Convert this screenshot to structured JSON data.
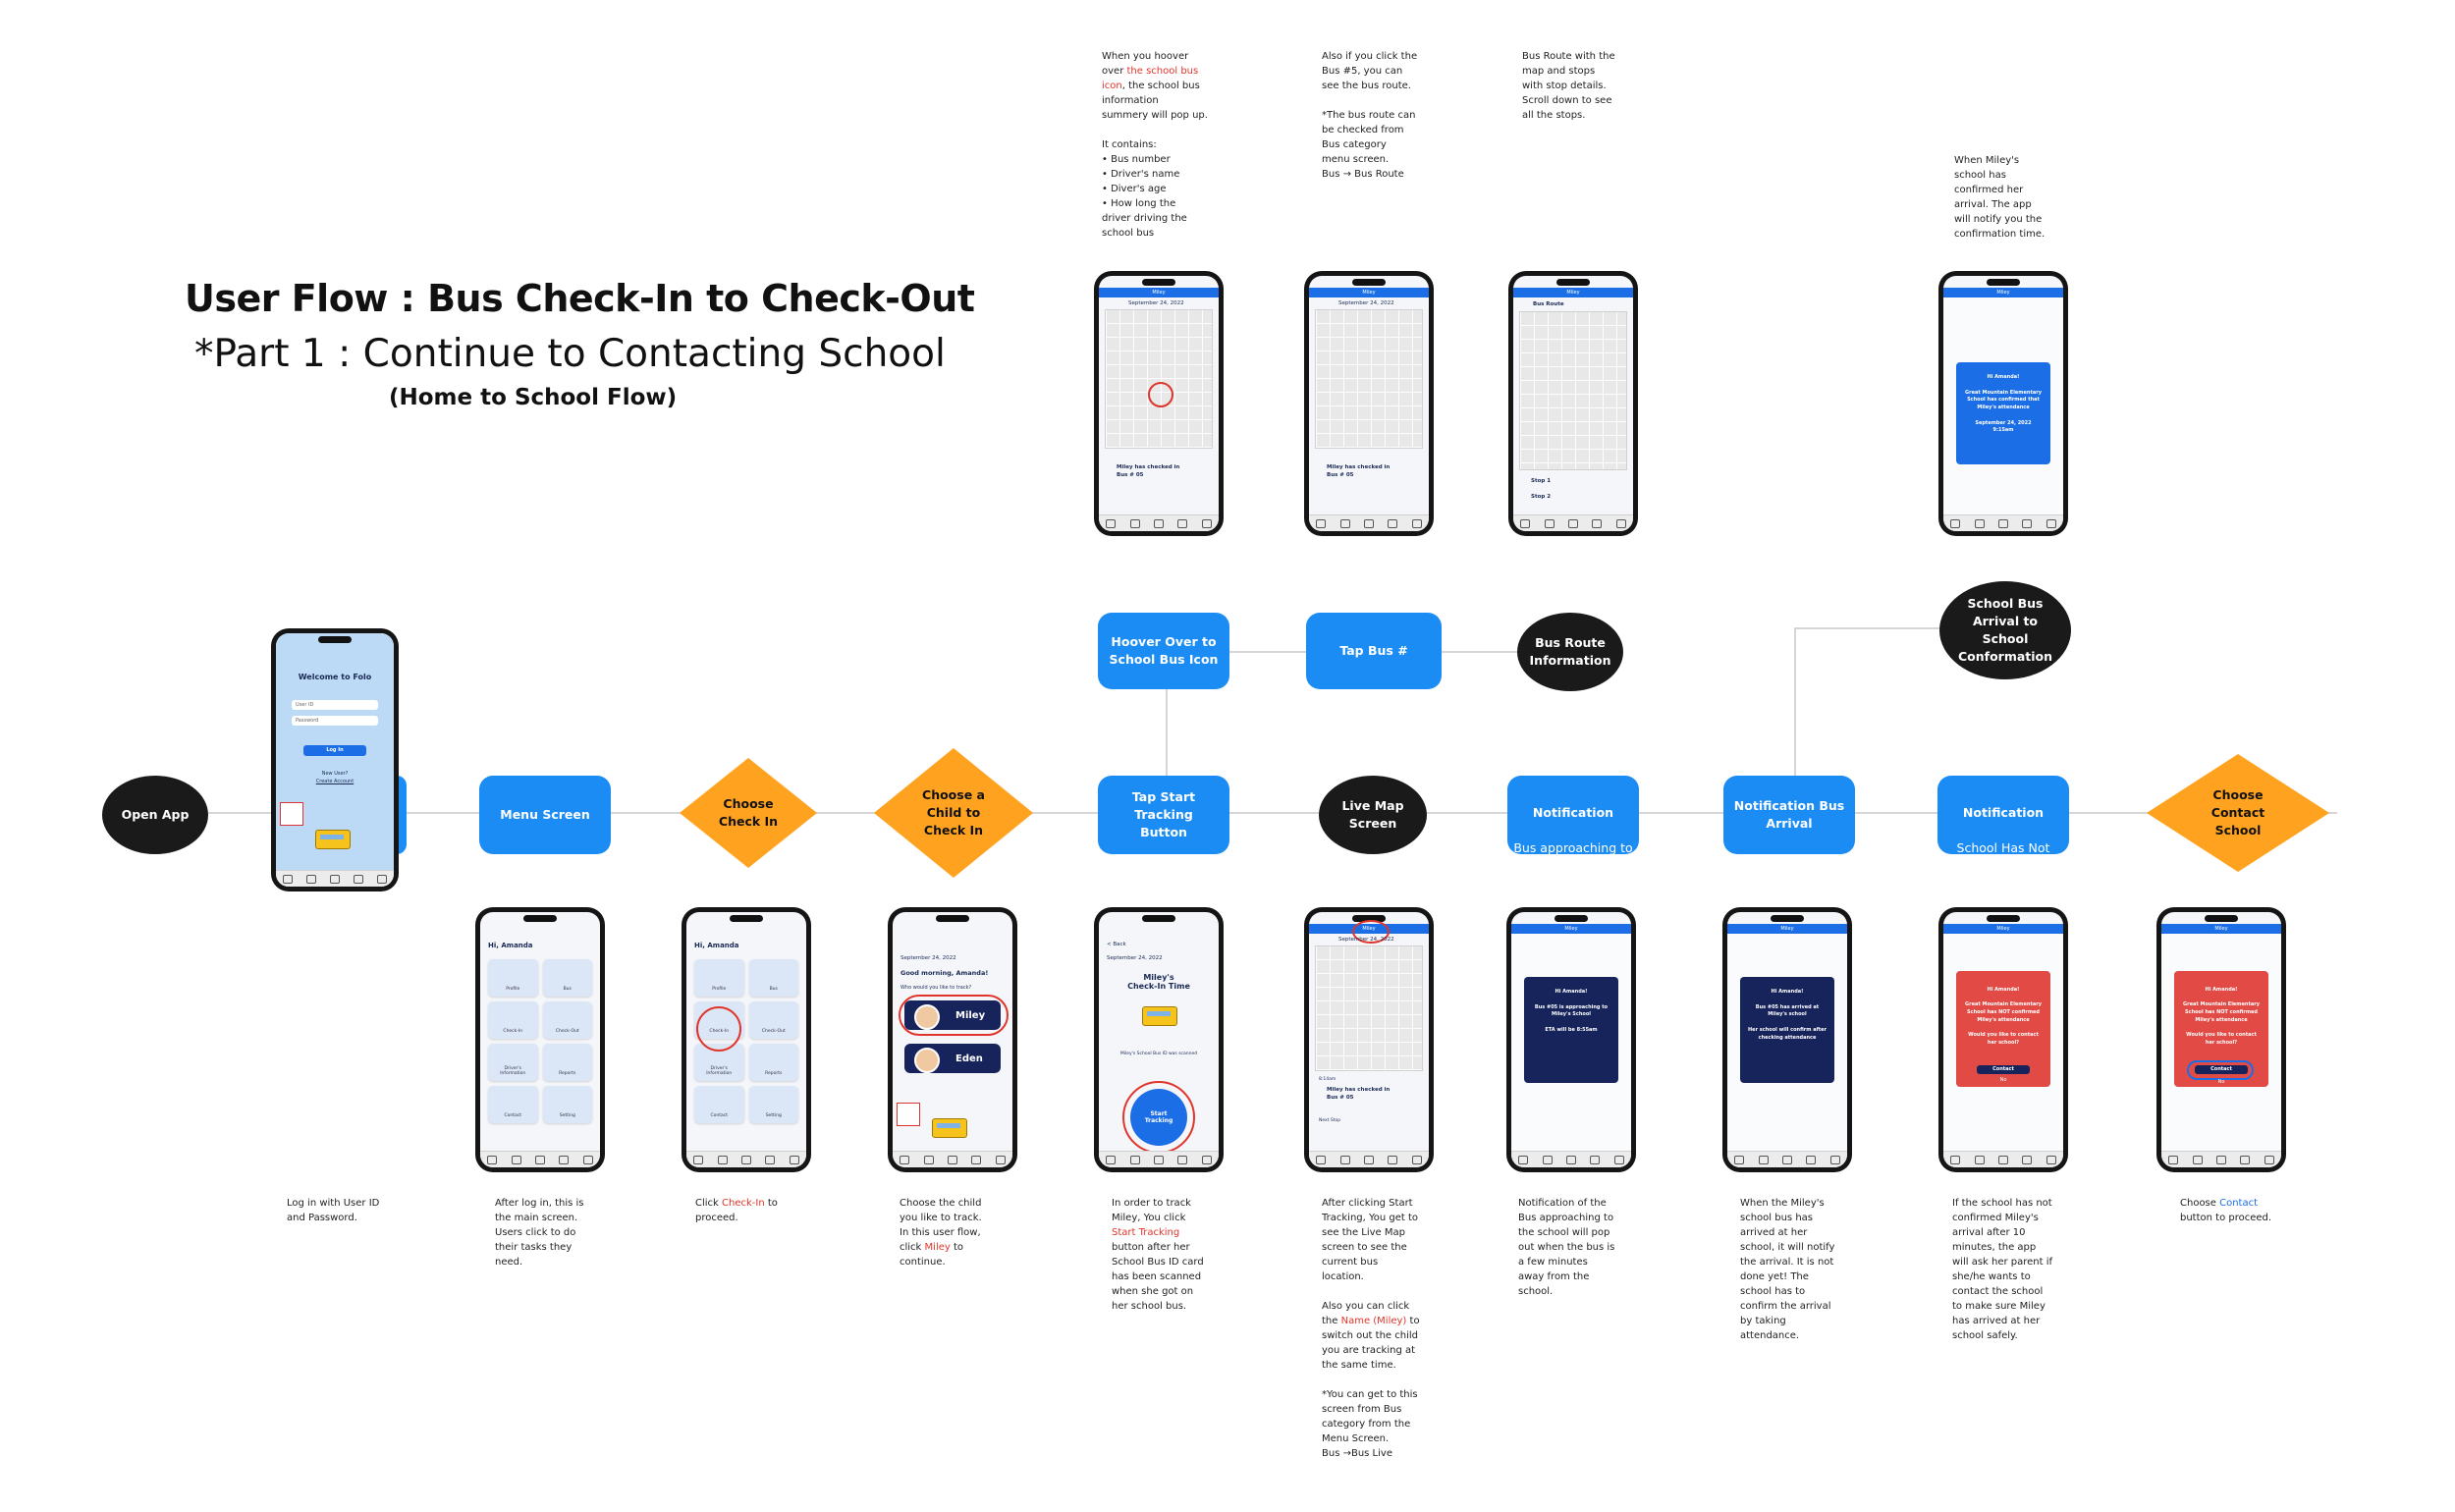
{
  "title": {
    "main": "User Flow : Bus Check-In to Check-Out",
    "sub": "*Part 1 : Continue to Contacting School",
    "flow": "(Home to School Flow)"
  },
  "nodes": {
    "open_app": "Open App",
    "menu_screen": "Menu Screen",
    "choose_checkin": "Choose\nCheck In",
    "choose_child": "Choose a\nChild to\nCheck In",
    "tap_start": "Tap Start Tracking\nButton",
    "live_map": "Live Map\nScreen",
    "notif_approach_title": "Notification",
    "notif_approach_sub": "Bus approaching to\nthe school",
    "notif_arrival": "Notification Bus\nArrival",
    "notif_notconf_title": "Notification",
    "notif_notconf_sub": "School Has Not\nBeen Confirmed",
    "choose_contact": "Choose\nContact\nSchool",
    "hover_icon": "Hoover Over to\nSchool Bus Icon",
    "tap_bus": "Tap Bus #",
    "bus_route_info": "Bus Route\nInformation",
    "arrival_conf": "School Bus\nArrival to\nSchool\nConformation"
  },
  "notes": {
    "login": "Log in with User ID\nand Password.",
    "menu": "After log in, this is\nthe main screen.\nUsers click to do\ntheir tasks they\nneed.",
    "checkin_pre": "Click ",
    "checkin_hl": "Check-In",
    "checkin_post": " to\nproceed.",
    "child_pre": "Choose the child\nyou like to track.\nIn this user flow,\nclick ",
    "child_hl": "Miley",
    "child_post": " to\ncontinue.",
    "start_pre": "In order to track\nMiley,  You click\n",
    "start_hl": "Start Tracking",
    "start_post": "\nbutton after her\nSchool Bus ID card\nhas been scanned\nwhen she got on\nher school bus.",
    "live_1": "After clicking Start\nTracking, You get to\nsee the Live Map\nscreen to see the\ncurrent bus\nlocation.\n\nAlso you can click\nthe ",
    "live_hl": "Name (Miley)",
    "live_2": " to\nswitch out the child\nyou are tracking at\nthe same time.\n\n*You can get to this\nscreen from Bus\ncategory from the\nMenu Screen.\nBus →Bus Live",
    "approach": "Notification of the\nBus approaching to\nthe school will pop\nout when the bus is\na few minutes\naway from the\nschool.",
    "arrival": "When the Miley's\nschool bus has\narrived at her\nschool, it will notify\nthe arrival.  It is not\ndone yet!  The\nschool has to\nconfirm the arrival\nby taking\nattendance.",
    "notconf": "If the school has not\nconfirmed Miley's\narrival after 10\nminutes, the app\nwill ask her parent if\nshe/he wants to\ncontact the school\nto make sure Miley\nhas arrived at her\nschool safely.",
    "contact_pre": "Choose ",
    "contact_hl": "Contact",
    "contact_post": "\nbutton to proceed.",
    "hover_pre": "When you hoover\nover ",
    "hover_hl": "the school bus\nicon",
    "hover_post": ", the school bus\ninformation\nsummery will pop up.\n\nIt contains:\n  •  Bus number\n  •  Driver's name\n  •  Diver's age\n  •  How long the\n      driver driving the\n      school bus",
    "tapbus": "Also if you click the\nBus #5, you can\nsee the bus route.\n\n*The bus route can\nbe checked from\nBus category\nmenu screen.\nBus → Bus Route",
    "route": "Bus Route with the\nmap and stops\nwith stop details.\nScroll down to see\nall the stops.",
    "confirmed": "When Miley's\nschool has\nconfirmed her\narrival.  The app\nwill notify you the\nconfirmation time."
  },
  "screens": {
    "login": {
      "title": "Welcome to Folo",
      "user_id": "User ID",
      "password": "Password",
      "login_btn": "Log In",
      "new_user": "New User?",
      "create": "Create Account"
    },
    "menu": {
      "greeting": "Hi, Amanda",
      "items": [
        "Profile",
        "Bus",
        "Check-In",
        "Check-Out",
        "Driver's\nInformation",
        "Reports",
        "Contact",
        "Setting"
      ]
    },
    "child": {
      "date": "September 24, 2022",
      "greeting": "Good morning, Amanda!",
      "question": "Who would you like to track?",
      "child1": "Miley",
      "child2": "Eden"
    },
    "start": {
      "date": "September 24, 2022",
      "heading": "Miley's\nCheck-In Time",
      "scanned": "Miley's School Bus ID was scanned",
      "btn": "Start\nTracking"
    },
    "map": {
      "top": "Miley",
      "date": "September 24, 2022",
      "back": "< Back",
      "time": "8:14am",
      "checked": "Miley has checked in",
      "busno": "Bus # 05",
      "stop": "Next Stop"
    },
    "route": {
      "top": "Miley",
      "title": "Bus Route",
      "stop1": "Stop 1",
      "stop2": "Stop 2"
    },
    "approach_card": "Hi Amanda!\n\nBus #05 is approaching to\nMiley's School\n\nETA will be 8:55am",
    "arrival_card": "Hi Amanda!\n\nBus #05 has arrived at\nMiley's school\n\nHer school will confirm after\nchecking attendance",
    "notconf_card": "Hi Amanda!\n\nGreat Mountain Elementary\nSchool has NOT confirmed\nMiley's attendance\n\nWould you like to contact\nher school?",
    "contact_btn": "Contact",
    "no_btn": "No",
    "confirmed_card": "Hi Amanda!\n\nGreat Mountain Elementary\nSchool has confirmed that\nMiley's attendance\n\nSeptember 24, 2022\n9:15am"
  },
  "colors": {
    "node_blue": "#1b8cf4",
    "node_dark": "#1a1a1a",
    "diamond_orange": "#ffa21f",
    "highlight_red": "#e0352b",
    "highlight_blue": "#1b6ee6",
    "app_navy": "#17245c",
    "alert_red": "#e24a46"
  }
}
